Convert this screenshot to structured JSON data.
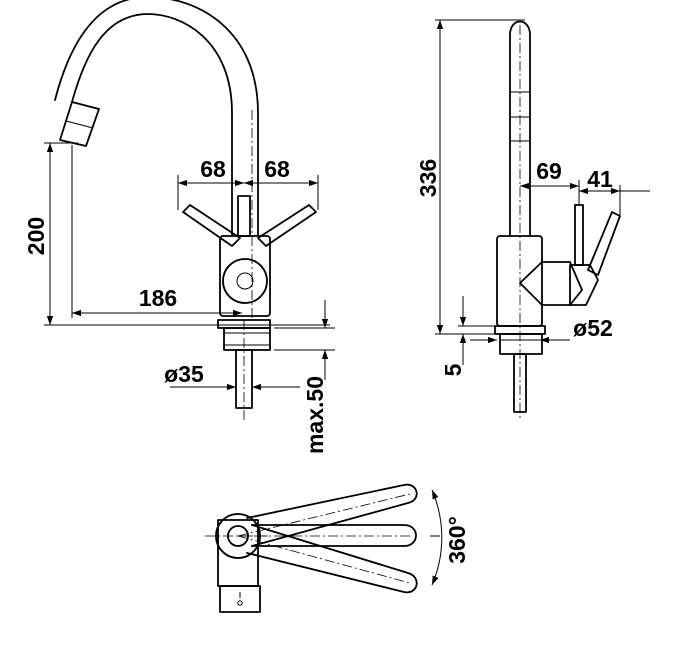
{
  "dimensions": {
    "spout_height": "200",
    "handle_left": "68",
    "handle_right": "68",
    "reach": "186",
    "hole_diameter": "ø35",
    "max_thickness": "max.50",
    "total_height": "336",
    "handle_offset": "69",
    "handle_side": "41",
    "base_diameter": "ø52",
    "base_height": "5",
    "swivel_angle": "360°"
  }
}
